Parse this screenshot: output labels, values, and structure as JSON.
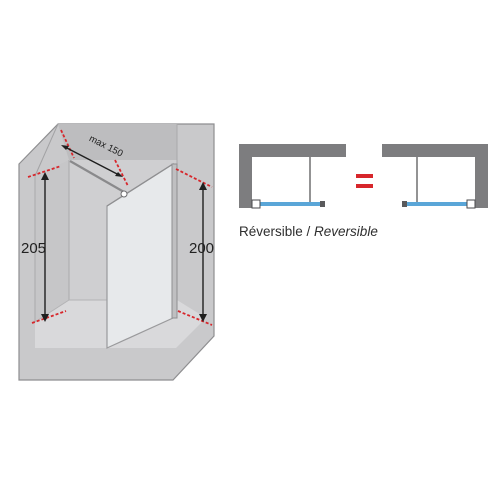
{
  "colors": {
    "room_outer": "#c9c9cb",
    "room_inner": "#d4d4d6",
    "room_back": "#c2c2c4",
    "room_floor": "#cfcfd1",
    "edge": "#8e8e90",
    "glass_fill": "#e6e8ea",
    "frame": "#a9a9ab",
    "dimension_red": "#d7262b",
    "dimension_line": "#222222",
    "plan_wall": "#7d7d7f",
    "plan_glass": "#5aa6d8",
    "equals": "#d7262b"
  },
  "dimensions": {
    "max_brace": "max 150",
    "height_wall": "205",
    "height_panel": "200"
  },
  "plan": {
    "equals_sign": "=",
    "caption_main": "Réversible",
    "caption_separator": " / ",
    "caption_italic": "Reversible"
  }
}
